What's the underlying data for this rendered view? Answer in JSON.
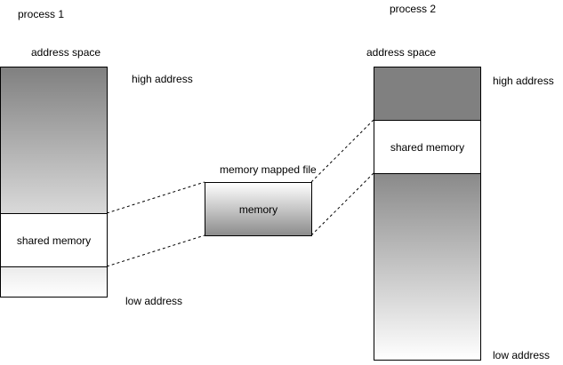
{
  "process1": {
    "title": "process 1",
    "address_space_label": "address space",
    "high_address_label": "high address",
    "low_address_label": "low address",
    "shared_memory_label": "shared memory"
  },
  "process2": {
    "title": "process 2",
    "address_space_label": "address space",
    "high_address_label": "high address",
    "low_address_label": "low address",
    "shared_memory_label": "shared memory"
  },
  "mapped_file": {
    "title": "memory mapped file",
    "box_label": "memory"
  },
  "colors": {
    "border": "#000000",
    "gradient_dark": "#808080",
    "background": "#ffffff"
  }
}
